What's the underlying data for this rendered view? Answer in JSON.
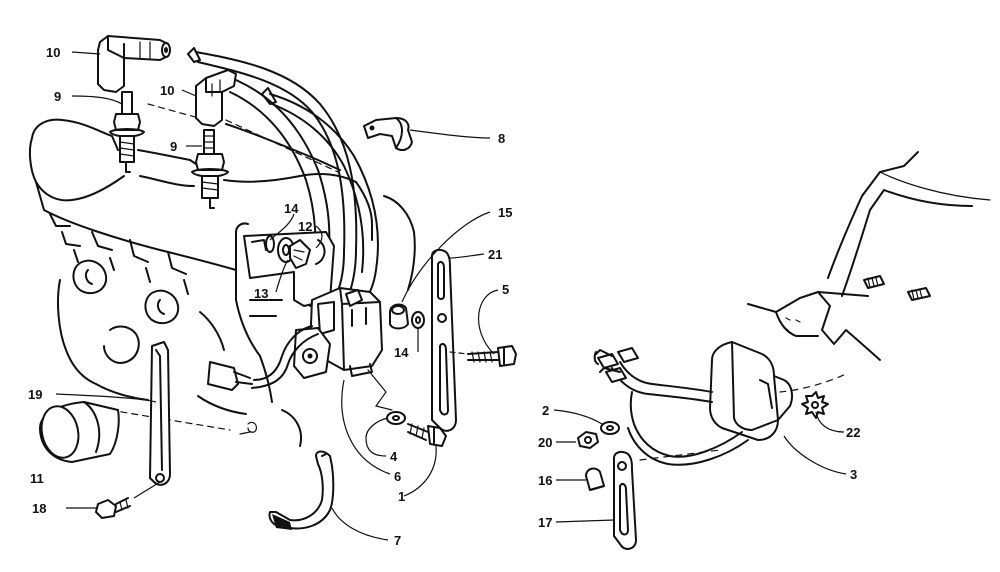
{
  "callouts": [
    {
      "id": "c10a",
      "text": "10"
    },
    {
      "id": "c9a",
      "text": "9"
    },
    {
      "id": "c10b",
      "text": "10"
    },
    {
      "id": "c9b",
      "text": "9"
    },
    {
      "id": "c8",
      "text": "8"
    },
    {
      "id": "c14a",
      "text": "14"
    },
    {
      "id": "c12",
      "text": "12"
    },
    {
      "id": "c13",
      "text": "13"
    },
    {
      "id": "c15",
      "text": "15"
    },
    {
      "id": "c21",
      "text": "21"
    },
    {
      "id": "c5",
      "text": "5"
    },
    {
      "id": "c14b",
      "text": "14"
    },
    {
      "id": "c19",
      "text": "19"
    },
    {
      "id": "c11",
      "text": "11"
    },
    {
      "id": "c18",
      "text": "18"
    },
    {
      "id": "c4",
      "text": "4"
    },
    {
      "id": "c6",
      "text": "6"
    },
    {
      "id": "c1",
      "text": "1"
    },
    {
      "id": "c7",
      "text": "7"
    },
    {
      "id": "c2",
      "text": "2"
    },
    {
      "id": "c20",
      "text": "20"
    },
    {
      "id": "c16",
      "text": "16"
    },
    {
      "id": "c17",
      "text": "17"
    },
    {
      "id": "c22",
      "text": "22"
    },
    {
      "id": "c3",
      "text": "3"
    }
  ]
}
